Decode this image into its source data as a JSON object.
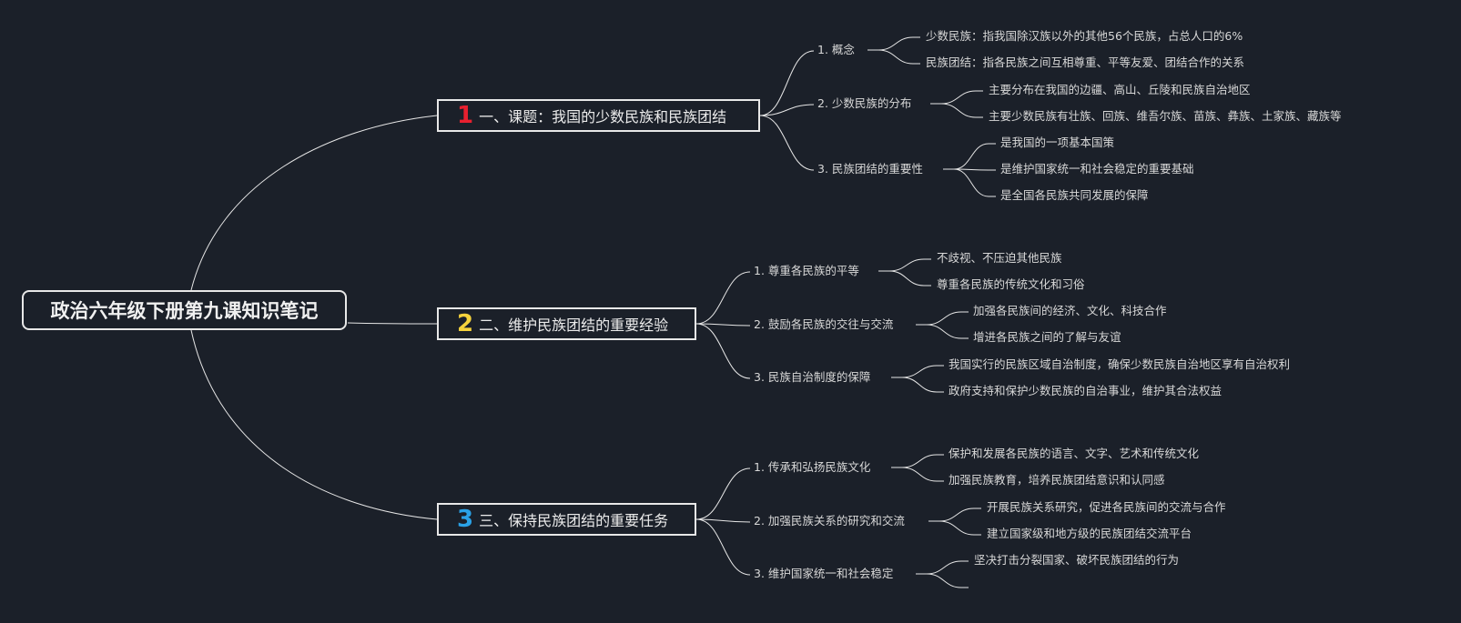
{
  "root": {
    "title": "政治六年级下册第九课知识笔记"
  },
  "colors": {
    "background": "#1b2029",
    "line": "#e6e6e6",
    "num1": "#e8202f",
    "num2": "#f5d23c",
    "num3": "#2aa1e6"
  },
  "branches": [
    {
      "num": "1",
      "title": "一、课题：我国的少数民族和民族团结",
      "children": [
        {
          "label": "1. 概念",
          "leaves": [
            "少数民族：指我国除汉族以外的其他56个民族，占总人口的6%",
            "民族团结：指各民族之间互相尊重、平等友爱、团结合作的关系"
          ]
        },
        {
          "label": "2. 少数民族的分布",
          "leaves": [
            "主要分布在我国的边疆、高山、丘陵和民族自治地区",
            "主要少数民族有壮族、回族、维吾尔族、苗族、彝族、土家族、藏族等"
          ]
        },
        {
          "label": "3. 民族团结的重要性",
          "leaves": [
            "是我国的一项基本国策",
            "是维护国家统一和社会稳定的重要基础",
            "是全国各民族共同发展的保障"
          ]
        }
      ]
    },
    {
      "num": "2",
      "title": "二、维护民族团结的重要经验",
      "children": [
        {
          "label": "1. 尊重各民族的平等",
          "leaves": [
            "不歧视、不压迫其他民族",
            "尊重各民族的传统文化和习俗"
          ]
        },
        {
          "label": "2. 鼓励各民族的交往与交流",
          "leaves": [
            "加强各民族间的经济、文化、科技合作",
            "增进各民族之间的了解与友谊"
          ]
        },
        {
          "label": "3. 民族自治制度的保障",
          "leaves": [
            "我国实行的民族区域自治制度，确保少数民族自治地区享有自治权利",
            "政府支持和保护少数民族的自治事业，维护其合法权益"
          ]
        }
      ]
    },
    {
      "num": "3",
      "title": "三、保持民族团结的重要任务",
      "children": [
        {
          "label": "1. 传承和弘扬民族文化",
          "leaves": [
            "保护和发展各民族的语言、文字、艺术和传统文化",
            "加强民族教育，培养民族团结意识和认同感"
          ]
        },
        {
          "label": "2. 加强民族关系的研究和交流",
          "leaves": [
            "开展民族关系研究，促进各民族间的交流与合作",
            "建立国家级和地方级的民族团结交流平台"
          ]
        },
        {
          "label": "3. 维护国家统一和社会稳定",
          "leaves": [
            "坚决打击分裂国家、破坏民族团结的行为",
            ""
          ]
        }
      ]
    }
  ]
}
